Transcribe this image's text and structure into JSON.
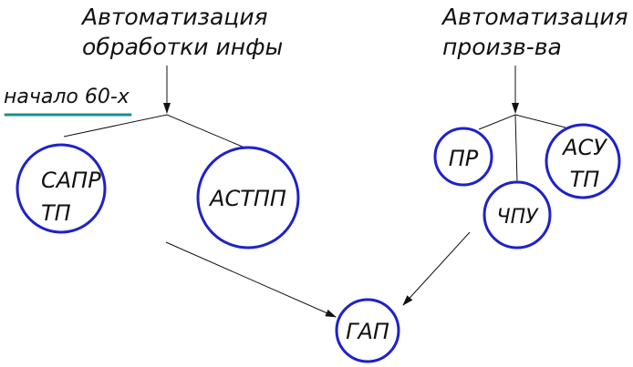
{
  "colors": {
    "node_outline": "#1f22c8",
    "underline": "#1b8c8c",
    "ink": "#111111"
  },
  "left_branch": {
    "heading": {
      "line1": "Автоматизация",
      "line2": "обработки инфы"
    },
    "note": "начало 60-х",
    "nodes": {
      "sapr_tp": {
        "line1": "САПР",
        "line2": "ТП"
      },
      "astpp": {
        "label": "АСТПП"
      }
    }
  },
  "right_branch": {
    "heading": {
      "line1": "Автоматизация",
      "line2": "произв-ва"
    },
    "nodes": {
      "pr": {
        "label": "ПР"
      },
      "chpu": {
        "label": "ЧПУ"
      },
      "asu_tp": {
        "line1": "АСУ",
        "line2": "ТП"
      }
    }
  },
  "result": {
    "gap": {
      "label": "ГАП"
    }
  }
}
